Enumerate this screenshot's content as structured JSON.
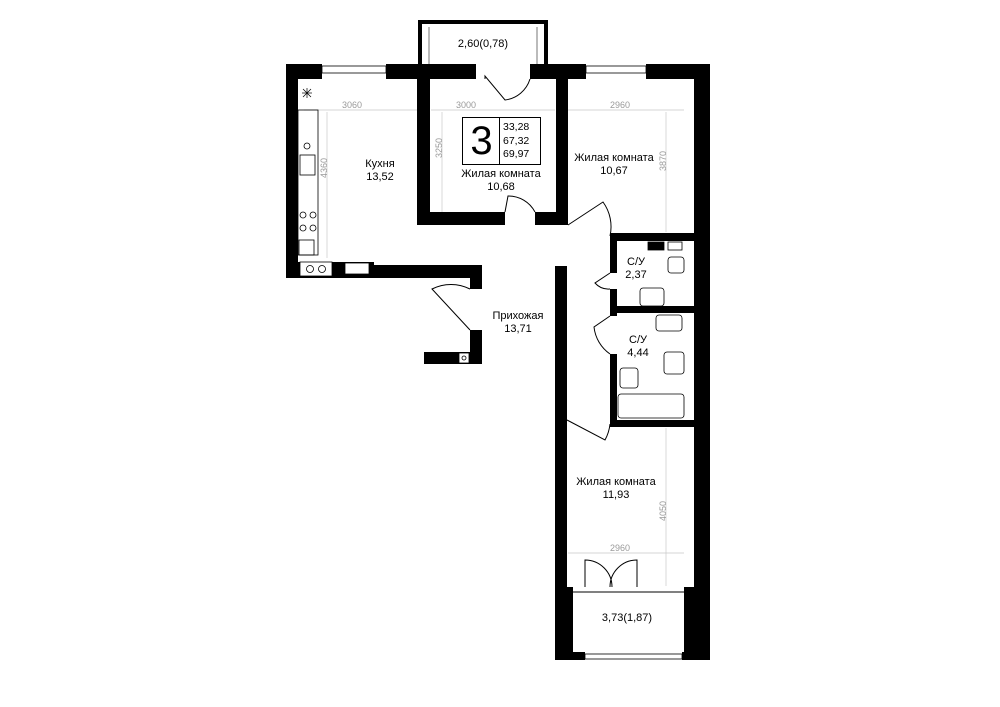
{
  "apartment": {
    "rooms_count": "3",
    "areas": [
      "33,28",
      "67,32",
      "69,97"
    ]
  },
  "rooms": {
    "kitchen": {
      "name": "Кухня",
      "area": "13,52"
    },
    "living_1": {
      "name": "Жилая комната",
      "area": "10,68"
    },
    "living_2": {
      "name": "Жилая комната",
      "area": "10,67"
    },
    "living_3": {
      "name": "Жилая комната",
      "area": "11,93"
    },
    "bath_1": {
      "name": "С/У",
      "area": "2,37"
    },
    "bath_2": {
      "name": "С/У",
      "area": "4,44"
    },
    "hallway": {
      "name": "Прихожая",
      "area": "13,71"
    },
    "balcony_top": {
      "label": "2,60(0,78)"
    },
    "balcony_bottom": {
      "label": "3,73(1,87)"
    }
  },
  "dimensions": {
    "kitchen_width": "3060",
    "kitchen_height": "4360",
    "living_1_width": "3000",
    "living_1_height": "3250",
    "living_2_width": "2960",
    "living_2_height": "3870",
    "living_3_width": "2960",
    "living_3_height": "4050"
  }
}
